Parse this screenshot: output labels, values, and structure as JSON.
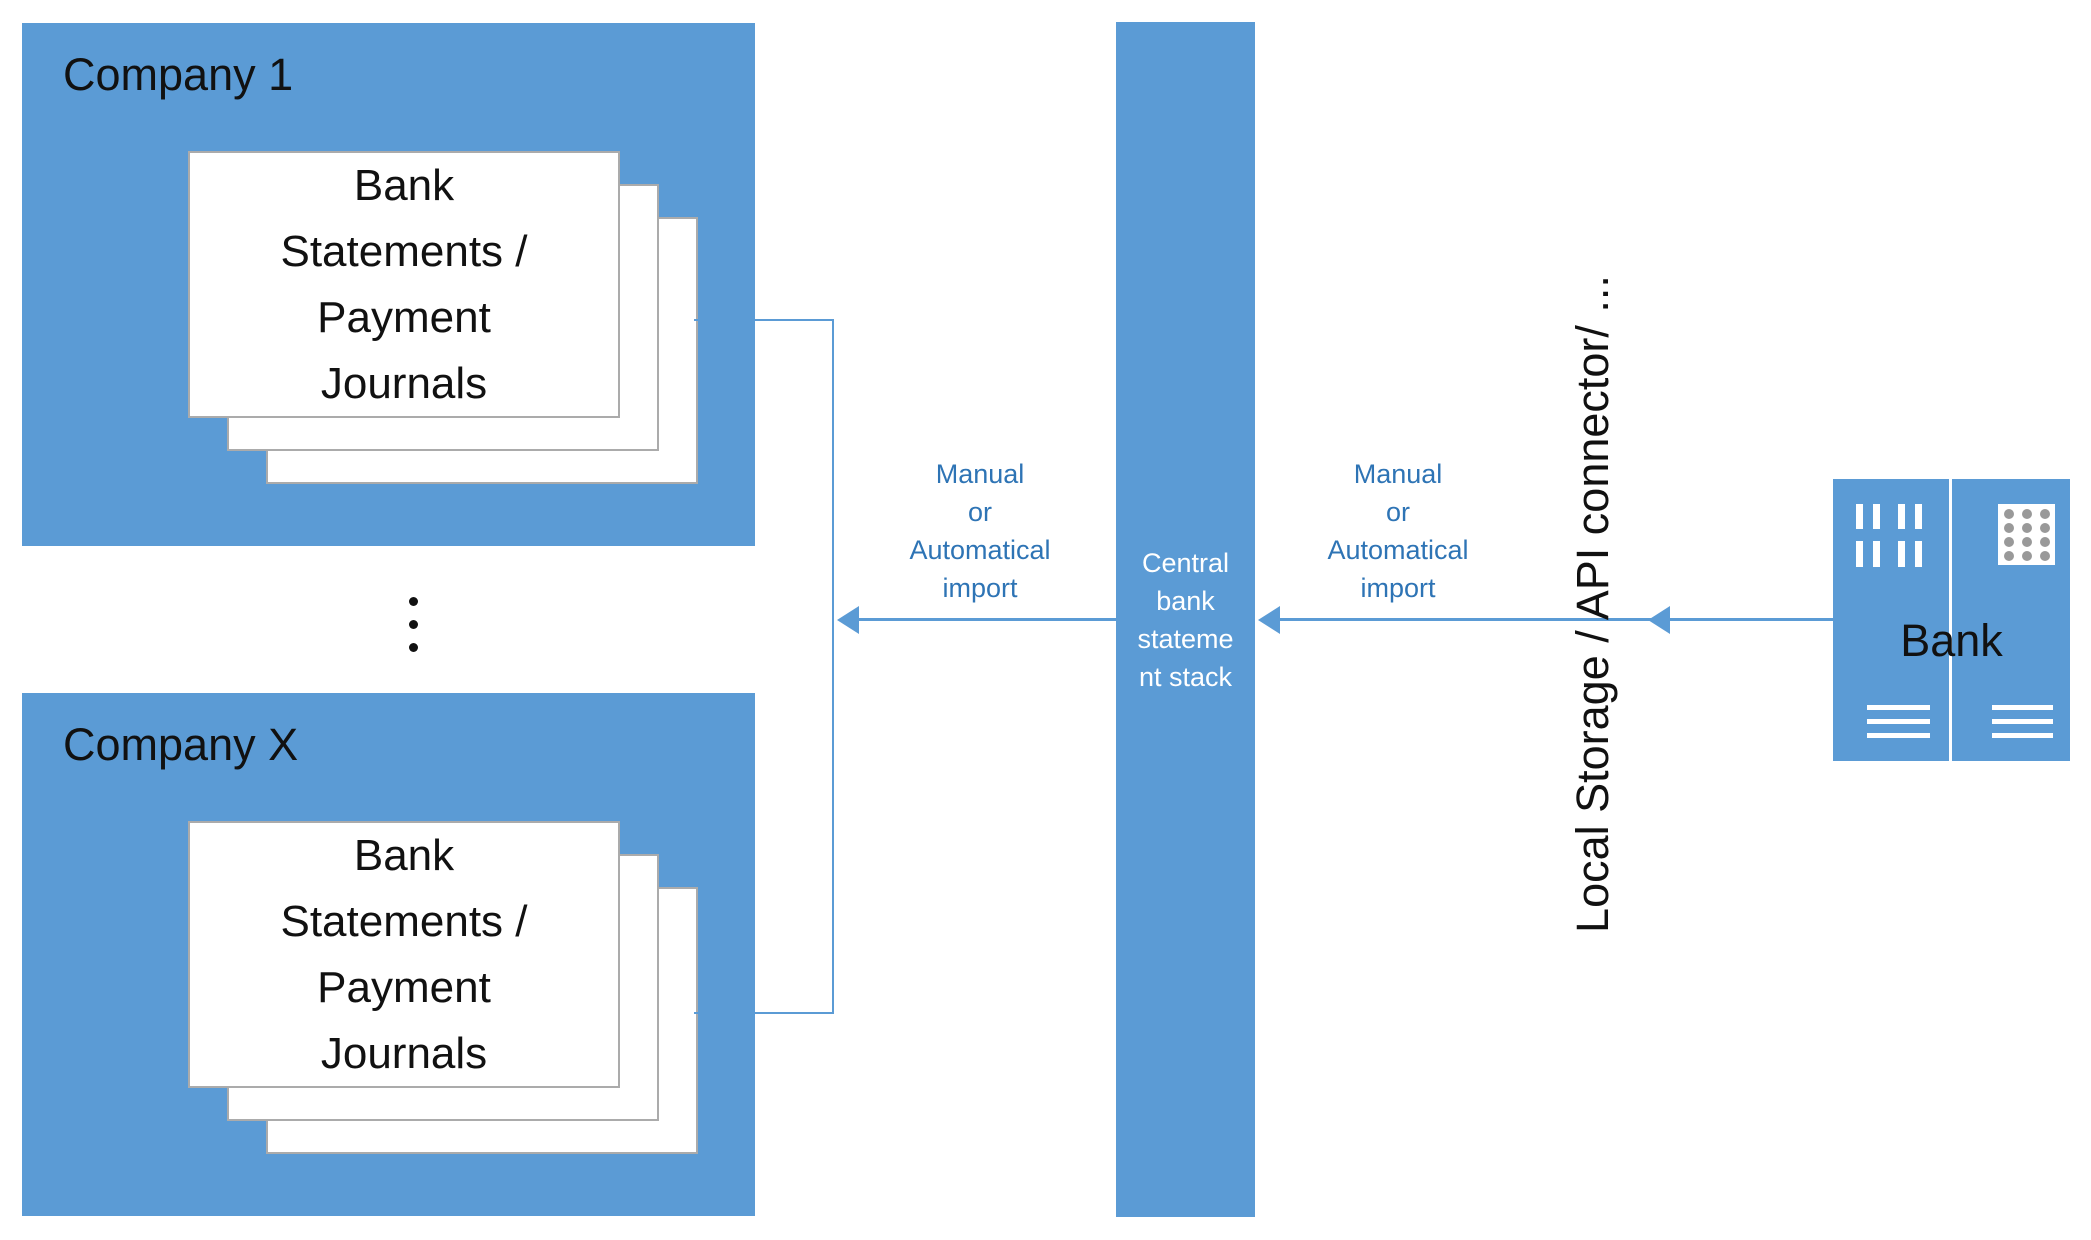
{
  "diagram_title": "Central bank statement stack import diagram",
  "colors": {
    "shape_blue": "#5B9BD5",
    "label_text_blue": "#2E74B5",
    "text_black": "#111111",
    "card_border_gray": "#ABABAB",
    "window_dot_gray": "#999999",
    "white": "#ffffff"
  },
  "companies": [
    {
      "title": "Company 1",
      "card_lines": [
        "Bank",
        "Statements /",
        "Payment",
        "Journals"
      ]
    },
    {
      "title": "Company X",
      "card_lines": [
        "Bank",
        "Statements /",
        "Payment",
        "Journals"
      ]
    }
  ],
  "ellipsis_between_companies": "vertical three dots",
  "central_stack": {
    "lines": [
      "Central",
      "bank",
      "stateme",
      "nt stack"
    ],
    "full_text": "Central bank statement stack"
  },
  "import_labels": [
    {
      "side": "left",
      "lines": [
        "Manual",
        "or",
        "Automatical",
        "import"
      ]
    },
    {
      "side": "right",
      "lines": [
        "Manual",
        "or",
        "Automatical",
        "import"
      ]
    }
  ],
  "rotated_label": "Local Storage / API connector/ ...",
  "bank": {
    "label": "Bank"
  }
}
